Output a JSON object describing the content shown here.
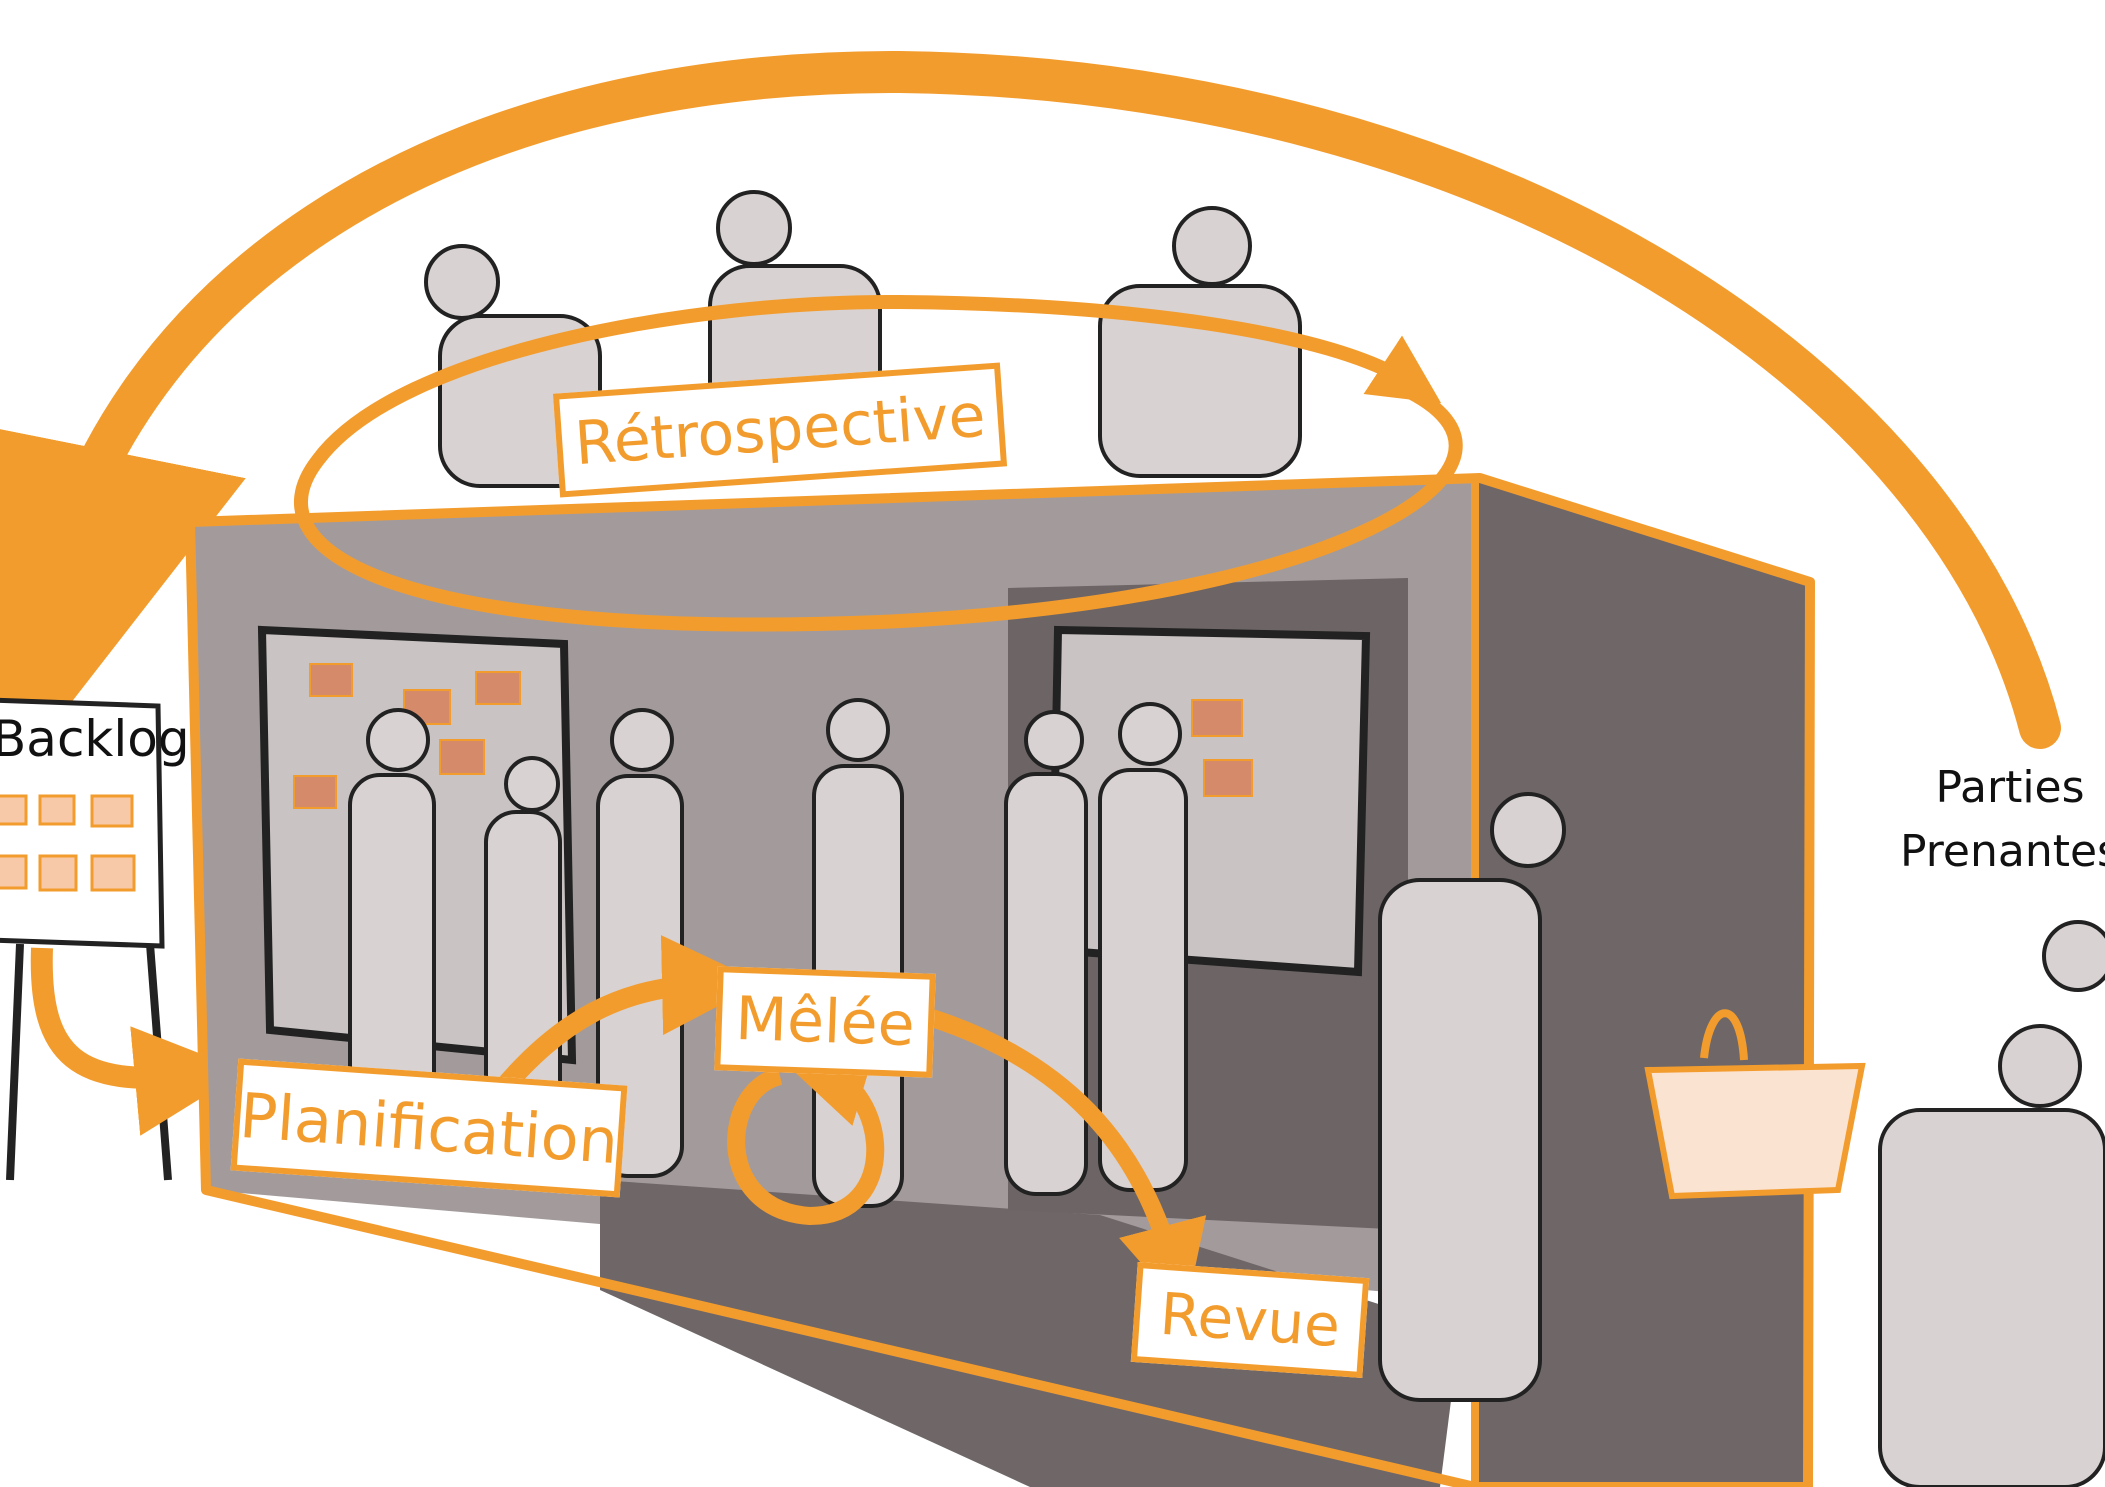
{
  "labels": {
    "backlog": "Backlog",
    "retrospective": "Rétrospective",
    "planning": "Planification",
    "scrum": "Mêlée",
    "review": "Revue",
    "stakeholders_line1": "Parties",
    "stakeholders_line2": "Prenantes"
  },
  "colors": {
    "accent": "#f39c2e",
    "room_wall": "#9a9292",
    "room_floor": "#6f6767",
    "whiteboard": "#c9c3c3",
    "sticky_note": "#d58a6a",
    "backlog_item": "#f8c9a8"
  },
  "icons": [
    "backlog-board",
    "sprint-room",
    "retrospective-loop-arrow",
    "release-arrow",
    "scrum-loop-arrow",
    "product-basket"
  ]
}
